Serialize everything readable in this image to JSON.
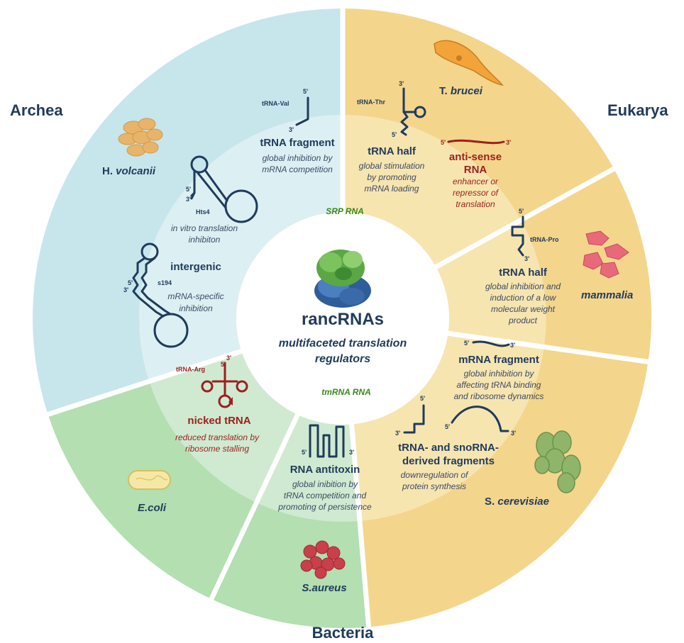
{
  "domains": {
    "archea": "Archea",
    "eukarya": "Eukarya",
    "bacteria": "Bacteria"
  },
  "center": {
    "title": "rancRNAs",
    "subtitle_line1": "multifaceted translation",
    "subtitle_line2": "regulators",
    "srp": "SRP RNA",
    "tmrna": "tmRNA RNA"
  },
  "organisms": {
    "h_volcanii_prefix": "H.",
    "h_volcanii": "volcanii",
    "t_brucei_prefix": "T.",
    "t_brucei": "brucei",
    "mammalia": "mammalia",
    "s_cerevisiae_prefix": "S.",
    "s_cerevisiae": "cerevisiae",
    "e_coli": "E.coli",
    "s_aureus": "S.aureus"
  },
  "labels": {
    "trna_val": "tRNA-Val",
    "trna_thr": "tRNA-Thr",
    "trna_pro": "tRNA-Pro",
    "trna_arg": "tRNA-Arg",
    "hts4": "Hts4",
    "s194": "s194",
    "p5": "5'",
    "p3": "3'"
  },
  "entries": {
    "trna_fragment": {
      "title": "tRNA fragment",
      "desc1": "global inhibition by",
      "desc2": "mRNA competition"
    },
    "hts4": {
      "desc1": "in vitro translation",
      "desc2": "inhibiton"
    },
    "intergenic": {
      "title": "intergenic",
      "desc1": "mRNA-specific",
      "desc2": "inhibition"
    },
    "trna_half_thr": {
      "title": "tRNA half",
      "desc1": "global  stimulation",
      "desc2": "by promoting",
      "desc3": "mRNA loading"
    },
    "antisense": {
      "title1": "anti-sense",
      "title2": "RNA",
      "desc1": "enhancer or",
      "desc2": "repressor of",
      "desc3": "translation"
    },
    "trna_half_pro": {
      "title": "tRNA half",
      "desc1": "global inhibition and",
      "desc2": "induction of a low",
      "desc3": "molecular weight",
      "desc4": "product"
    },
    "mrna_fragment": {
      "title": "mRNA fragment",
      "desc1": "global  inhibition  by",
      "desc2": "affecting tRNA binding",
      "desc3": "and ribosome dynamics"
    },
    "trna_snorna": {
      "title1": "tRNA- and snoRNA-",
      "title2": "derived fragments",
      "desc1": "downregulation of",
      "desc2": "protein synthesis"
    },
    "nicked_trna": {
      "title": "nicked tRNA",
      "desc1": "reduced translation by",
      "desc2": "ribosome stalling"
    },
    "rna_antitoxin": {
      "title": "RNA antitoxin",
      "desc1": "global inibition by",
      "desc2": "tRNA competition and",
      "desc3": "promoting of persistence"
    }
  },
  "colors": {
    "archea_outer": "#c6e6ec",
    "archea_inner": "#dcf0f3",
    "eukarya_outer": "#f3d58c",
    "eukarya_inner": "#f7e5b0",
    "bacteria_outer": "#b3dfb1",
    "bacteria_inner": "#cfead0"
  }
}
